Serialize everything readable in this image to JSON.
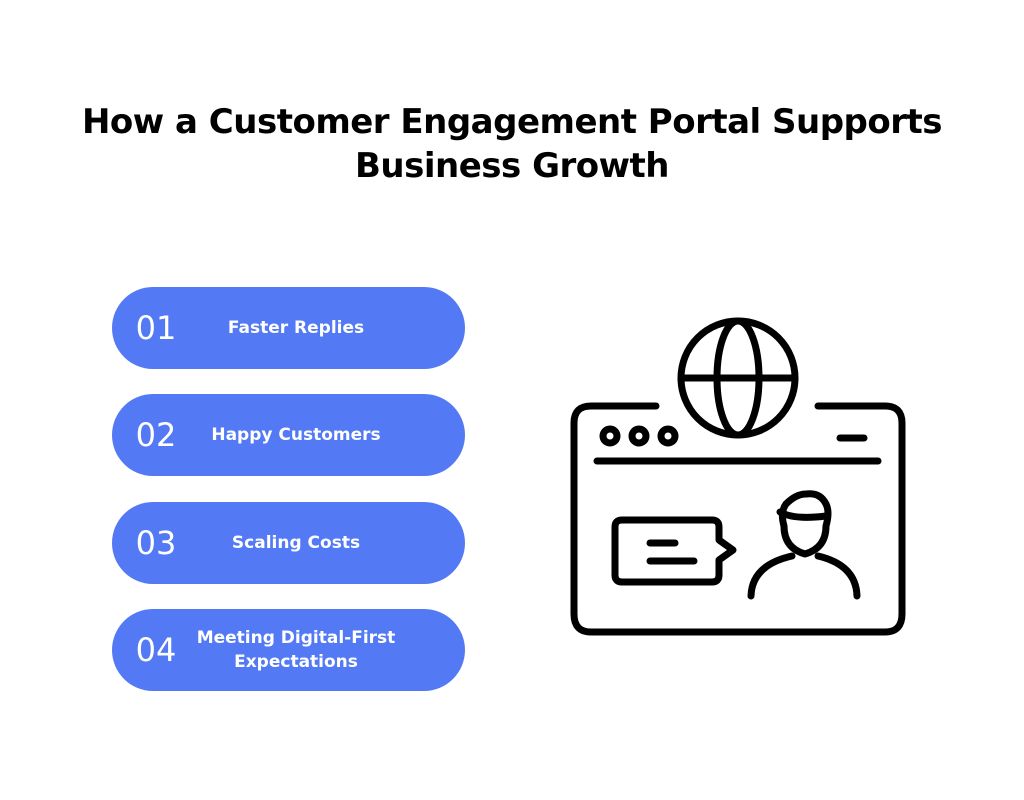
{
  "title": {
    "line1": "How a Customer Engagement Portal Supports",
    "line2": "Business Growth"
  },
  "items": [
    {
      "number": "01",
      "label": "Faster Replies"
    },
    {
      "number": "02",
      "label": "Happy Customers"
    },
    {
      "number": "03",
      "label": "Scaling Costs"
    },
    {
      "number": "04",
      "label_line1": "Meeting Digital-First",
      "label_line2": "Expectations"
    }
  ],
  "colors": {
    "pill": "#537af4",
    "pill_text": "#ffffff",
    "title": "#000000",
    "icon_stroke": "#000000"
  },
  "illustration": {
    "icons": [
      "globe-icon",
      "browser-window-icon",
      "chat-bubble-icon",
      "user-icon"
    ]
  }
}
